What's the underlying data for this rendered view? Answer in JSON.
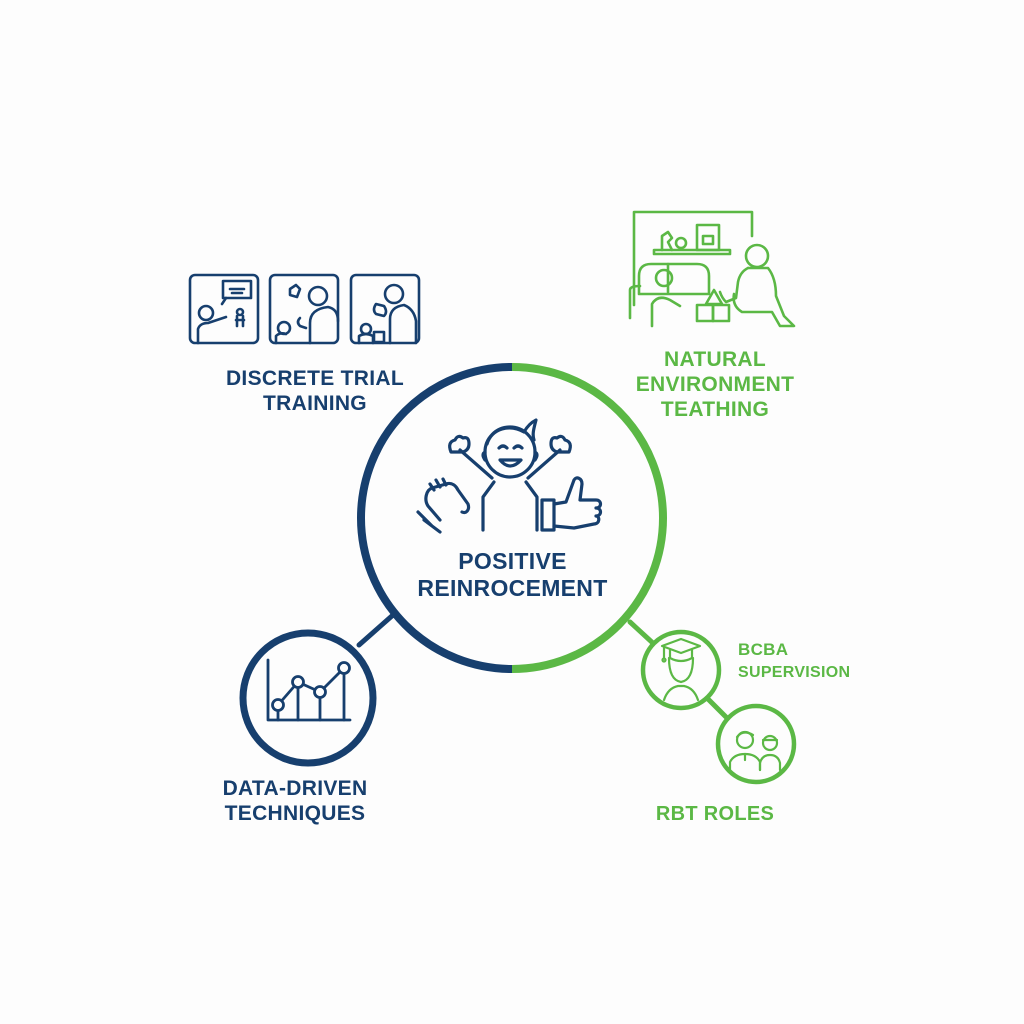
{
  "colors": {
    "navy": "#173f6e",
    "green": "#5bb845",
    "background": "#fdfdfd"
  },
  "center": {
    "icon": "celebrating-child-with-clapping-hands-and-thumbs-up-icon",
    "label_line1": "POSITIVE",
    "label_line2": "REINROCEMENT"
  },
  "nodes": {
    "discrete_trial_training": {
      "icon": "three-panel-therapist-child-trials-icon",
      "label_line1": "DISCRETE TRIAL",
      "label_line2": "TRAINING"
    },
    "natural_environment": {
      "icon": "therapist-child-playing-with-blocks-in-room-icon",
      "label_line1": "NATURAL",
      "label_line2": "ENVIRONMENT",
      "label_line3": "TEATHING"
    },
    "data_driven": {
      "icon": "line-chart-with-bars-icon",
      "label_line1": "DATA-DRIVEN",
      "label_line2": "TECHNIQUES"
    },
    "bcba": {
      "icon": "graduate-cap-person-icon",
      "label_line1": "BCBA",
      "label_line2": "SUPERVISION"
    },
    "rbt": {
      "icon": "two-people-team-icon",
      "label_line1": "RBT ROLES"
    }
  }
}
